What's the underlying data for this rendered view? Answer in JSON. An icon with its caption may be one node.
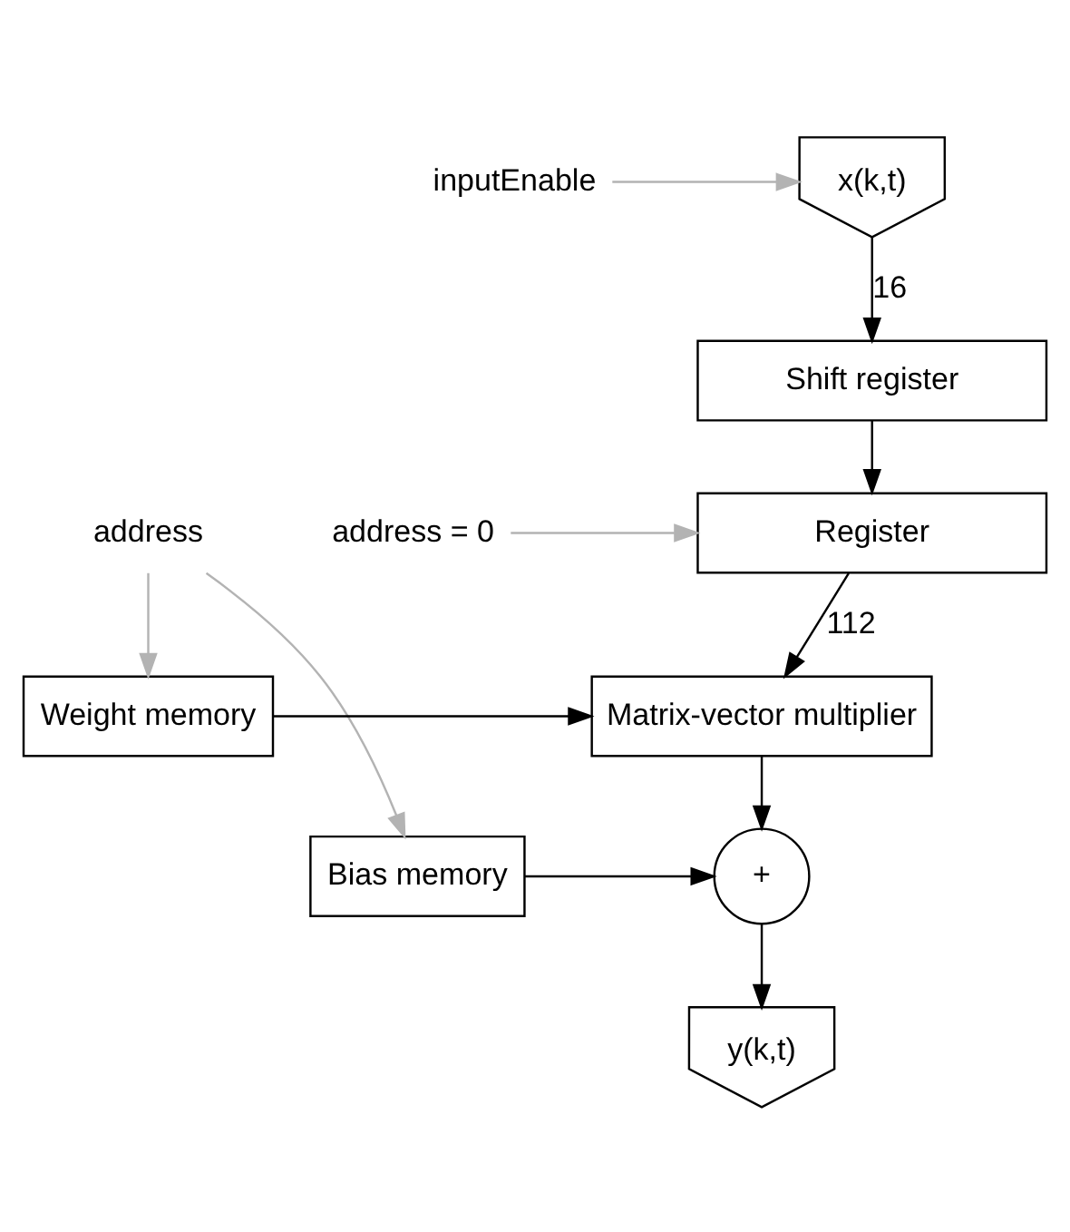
{
  "diagram": {
    "nodes": [
      {
        "text": [
          "inputEnable"
        ]
      },
      {
        "text": [
          "x(k,t)"
        ]
      },
      {
        "text": [
          "Shift register"
        ]
      },
      {
        "text": [
          "address = 0"
        ]
      },
      {
        "text": [
          "Register"
        ]
      },
      {
        "text": [
          "address"
        ]
      },
      {
        "text": [
          "Weight memory"
        ]
      },
      {
        "text": [
          "Matrix-vector multiplier"
        ]
      },
      {
        "text": [
          "Bias memory"
        ]
      },
      {
        "text": [
          "+"
        ]
      },
      {
        "text": [
          "y(k,t)"
        ]
      }
    ],
    "edges": [
      {
        "from": 0,
        "to": 1,
        "arrow": "to",
        "color": "#b3b3b3"
      },
      {
        "from": 1,
        "to": 2,
        "arrow": "to",
        "label": "16"
      },
      {
        "from": 2,
        "to": 4,
        "arrow": "to"
      },
      {
        "from": 3,
        "to": 4,
        "arrow": "to",
        "color": "#b3b3b3"
      },
      {
        "from": 4,
        "to": 7,
        "arrow": "to",
        "label": "112"
      },
      {
        "from": 5,
        "to": 6,
        "arrow": "to",
        "color": "#b3b3b3"
      },
      {
        "from": 5,
        "to": 8,
        "arrow": "to",
        "color": "#b3b3b3"
      },
      {
        "from": 6,
        "to": 7,
        "arrow": "to"
      },
      {
        "from": 7,
        "to": 9,
        "arrow": "to"
      },
      {
        "from": 8,
        "to": 9,
        "arrow": "to"
      },
      {
        "from": 9,
        "to": 10,
        "arrow": "to"
      }
    ]
  }
}
